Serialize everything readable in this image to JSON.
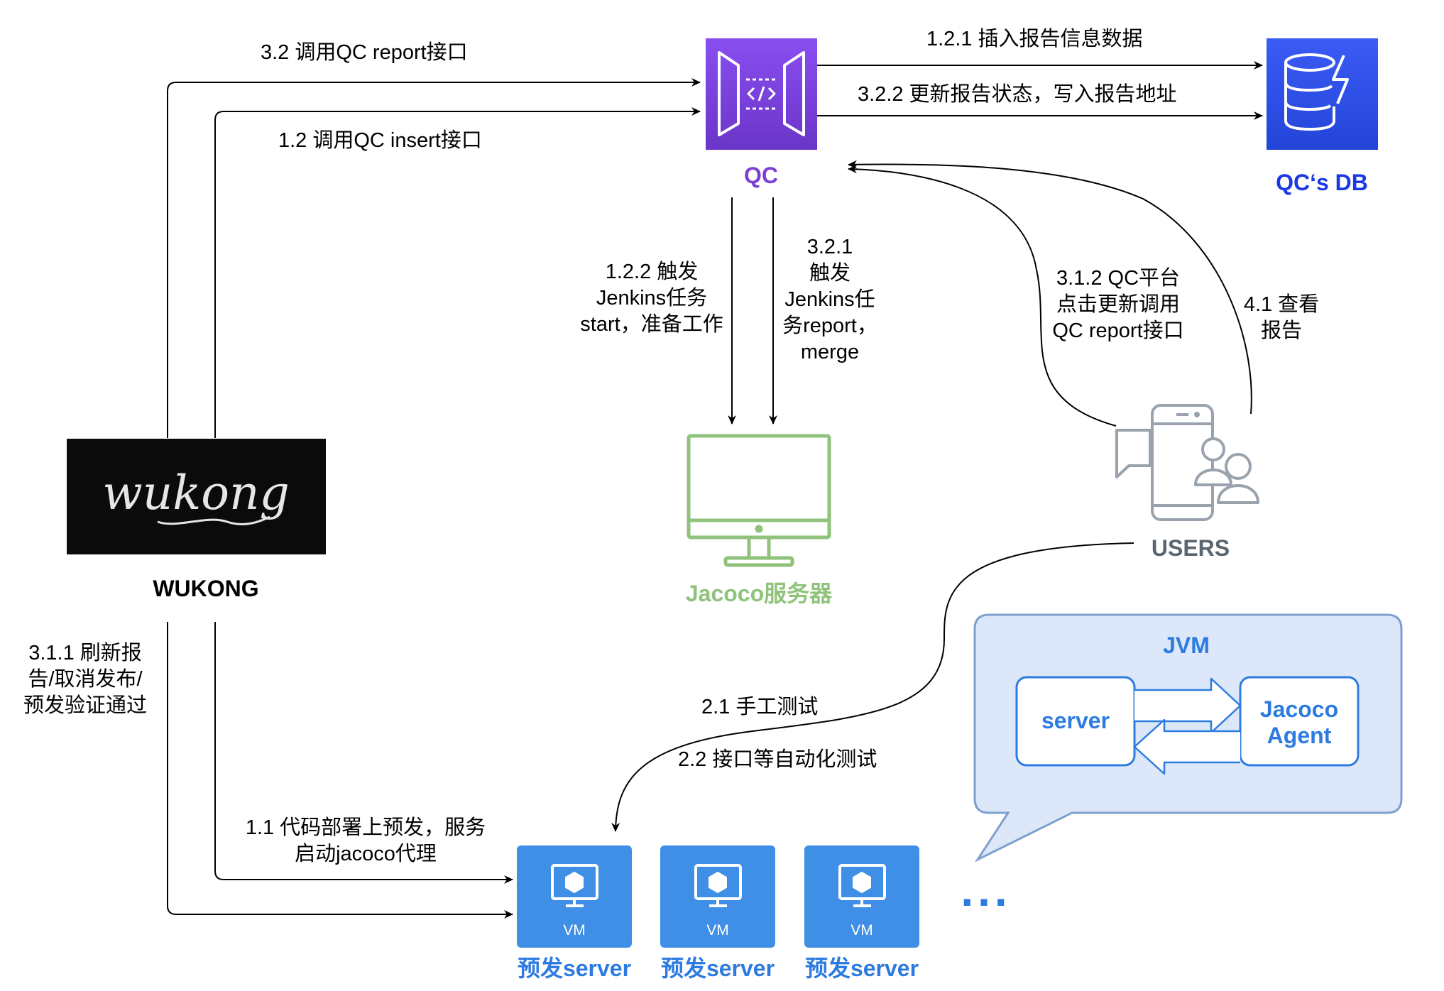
{
  "nodes": {
    "qc": {
      "label": "QC",
      "color": "#7b3fd3"
    },
    "qc_db": {
      "label": "QC‘s DB",
      "color": "#1a39e6"
    },
    "wukong": {
      "label": "WUKONG",
      "logo_text": "wukong"
    },
    "jacoco_server": {
      "label": "Jacoco服务器",
      "color": "#8fc27a"
    },
    "users": {
      "label": "USERS",
      "color": "#5b6570"
    },
    "jvm": {
      "label": "JVM",
      "server_label": "server",
      "agent_label_line1": "Jacoco",
      "agent_label_line2": "Agent",
      "color": "#2d7be0"
    },
    "vms": [
      {
        "badge": "VM",
        "label": "预发server"
      },
      {
        "badge": "VM",
        "label": "预发server"
      },
      {
        "badge": "VM",
        "label": "预发server"
      }
    ],
    "ellipsis": "..."
  },
  "edges": {
    "e_3_2": "3.2 调用QC report接口",
    "e_1_2": "1.2 调用QC insert接口",
    "e_1_2_1": "1.2.1 插入报告信息数据",
    "e_3_2_2": "3.2.2 更新报告状态，写入报告地址",
    "e_1_2_2": [
      "1.2.2 触发",
      "Jenkins任务",
      "start，准备工作"
    ],
    "e_3_2_1": [
      "3.2.1",
      "触发",
      "Jenkins任",
      "务report，",
      "merge"
    ],
    "e_3_1_2": [
      "3.1.2 QC平台",
      "点击更新调用",
      "QC report接口"
    ],
    "e_4_1": [
      "4.1 查看",
      "报告"
    ],
    "e_3_1_1": [
      "3.1.1 刷新报",
      "告/取消发布/",
      "预发验证通过"
    ],
    "e_2_1": "2.1 手工测试",
    "e_2_2": "2.2 接口等自动化测试",
    "e_1_1": [
      "1.1 代码部署上预发，服务",
      "启动jacoco代理"
    ]
  }
}
